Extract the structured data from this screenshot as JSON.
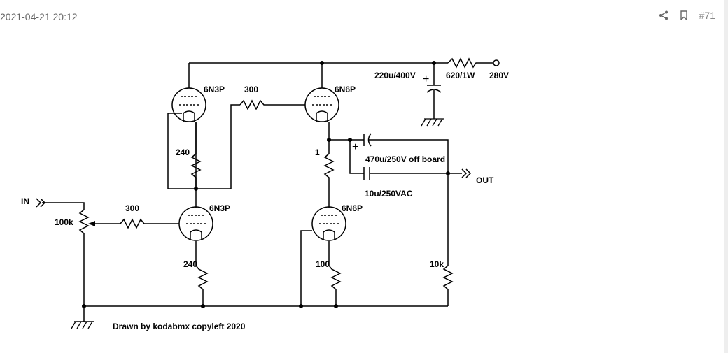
{
  "post": {
    "date": "2021-04-21 20:12",
    "number": "#71",
    "icons": {
      "share": "share-icon",
      "bookmark": "bookmark-icon"
    }
  },
  "schematic": {
    "supply_cap": "220u/400V",
    "supply_resistor": "620/1W",
    "supply_voltage": "280V",
    "tube_top_left": "6N3P",
    "tube_top_right": "6N6P",
    "tube_bottom_left": "6N3P",
    "tube_bottom_right": "6N6P",
    "grid_resistor_top": "300",
    "grid_resistor_input": "300",
    "cathode_resistor_top": "240",
    "cathode_resistor_bottom_left": "240",
    "cathode_resistor_bottom_right": "100",
    "resistor_one": "1",
    "output_cap_electrolytic": "470u/250V off board",
    "output_cap_film": "10u/250VAC",
    "output_load": "10k",
    "pot": "100k",
    "input_label": "IN",
    "output_label": "OUT",
    "credit": "Drawn by kodabmx copyleft 2020"
  }
}
